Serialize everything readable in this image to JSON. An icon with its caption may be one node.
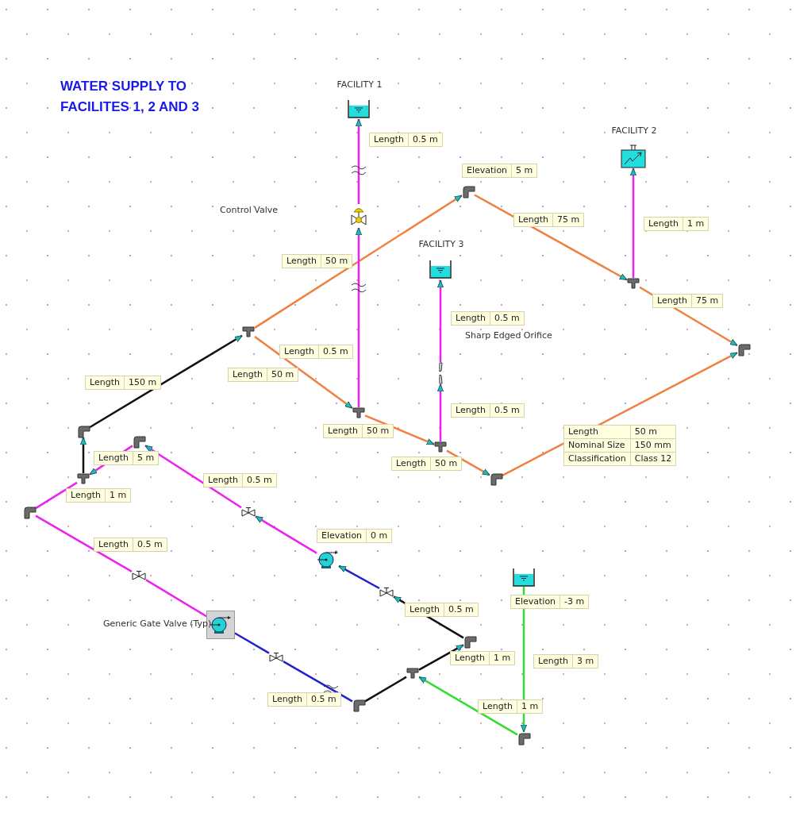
{
  "diagram": {
    "title": "WATER SUPPLY TO FACILITES 1, 2 AND 3",
    "nodes": [
      {
        "text": [
          "FACILITY 1"
        ]
      },
      {
        "text": [
          "FACILITY 2"
        ]
      },
      {
        "text": [],
        "shape": "elbow"
      },
      {
        "text": [],
        "shape": "valve"
      },
      {
        "text": [
          "FACILITY 3"
        ]
      },
      {
        "text": [],
        "shape": "tee"
      },
      {
        "text": [],
        "shape": "tee"
      },
      {
        "text": [],
        "shape": "elbow"
      },
      {
        "text": [],
        "shape": "orifice",
        "beside": [
          "Sharp Edged Orifice"
        ]
      },
      {
        "text": [],
        "shape": "tee"
      },
      {
        "text": [],
        "shape": "elbow"
      },
      {
        "text": [],
        "shape": "tee"
      },
      {
        "text": [],
        "shape": "elbow"
      },
      {
        "text": [],
        "shape": "tee"
      },
      {
        "text": [],
        "shape": "elbow"
      },
      {
        "text": [],
        "shape": "elbow"
      },
      {
        "text": [],
        "shape": "valve"
      },
      {
        "text": [],
        "shape": "pump"
      },
      {
        "text": [],
        "shape": "valve"
      },
      {
        "text": [],
        "shape": "valve"
      },
      {
        "text": [],
        "shape": "tank"
      },
      {
        "text": [],
        "shape": "pump"
      },
      {
        "text": [],
        "shape": "elbow"
      },
      {
        "text": [],
        "shape": "valve"
      },
      {
        "text": [],
        "shape": "tee"
      },
      {
        "text": [],
        "shape": "elbow"
      },
      {
        "text": [],
        "shape": "elbow"
      }
    ],
    "edges": [
      {
        "from": 20,
        "to": 26,
        "arrow": "to",
        "color": "#33dd33"
      },
      {
        "from": 26,
        "to": 24,
        "arrow": "to",
        "color": "#33dd33"
      },
      {
        "from": 24,
        "to": 22,
        "arrow": "to",
        "color": "#111111"
      },
      {
        "from": 22,
        "to": 19,
        "arrow": "to",
        "color": "#111111"
      },
      {
        "from": 19,
        "to": 17,
        "arrow": "to",
        "color": "#2222cc"
      },
      {
        "from": 17,
        "to": 16,
        "arrow": "to"
      },
      {
        "from": 16,
        "to": 12,
        "arrow": "to"
      },
      {
        "from": 12,
        "to": 13,
        "arrow": "to"
      },
      {
        "from": 13,
        "to": 10,
        "arrow": "to",
        "color": "#111111"
      },
      {
        "from": 10,
        "to": 6,
        "arrow": "to",
        "color": "#111111"
      },
      {
        "from": 6,
        "to": 2,
        "arrow": "to",
        "color": "#f08040"
      },
      {
        "from": 2,
        "to": 5,
        "arrow": "to",
        "color": "#f08040"
      },
      {
        "from": 5,
        "to": 1,
        "arrow": "to"
      },
      {
        "from": 5,
        "to": 7,
        "arrow": "to",
        "color": "#f08040"
      },
      {
        "from": 6,
        "to": 9,
        "arrow": "to",
        "color": "#f08040"
      },
      {
        "from": 9,
        "to": 3,
        "arrow": "to"
      },
      {
        "from": 3,
        "to": 0,
        "arrow": "to"
      },
      {
        "from": 9,
        "to": 11,
        "arrow": "to",
        "color": "#f08040"
      },
      {
        "from": 11,
        "to": 8,
        "arrow": "to"
      },
      {
        "from": 8,
        "to": 4,
        "arrow": "to"
      },
      {
        "from": 11,
        "to": 14,
        "arrow": "to",
        "color": "#f08040"
      },
      {
        "from": 14,
        "to": 7,
        "arrow": "to",
        "color": "#f08040"
      },
      {
        "from": 24,
        "to": 25,
        "arrow": "none",
        "color": "#111111"
      },
      {
        "from": 25,
        "to": 23,
        "arrow": "none",
        "color": "#2222cc"
      },
      {
        "from": 23,
        "to": 21,
        "arrow": "none",
        "color": "#2222cc"
      },
      {
        "from": 21,
        "to": 18,
        "arrow": "none"
      },
      {
        "from": 18,
        "to": 15,
        "arrow": "none"
      },
      {
        "from": 15,
        "to": 13,
        "arrow": "none"
      }
    ],
    "labels": [
      "Length",
      "0.5 m",
      "Elevation",
      "5 m",
      "Control Valve",
      "Length",
      "75 m",
      "Length",
      "1 m",
      "Length",
      "50 m",
      "Length",
      "75 m",
      "Length",
      "0.5 m",
      "Length",
      "0.5 m",
      "Length",
      "50 m",
      "Length",
      "150 m",
      "Length",
      "0.5 m",
      "Length",
      "50 m",
      "Length",
      "5 m",
      "Length",
      "50 m",
      "Nominal Size",
      "150 mm",
      "Classification",
      "Class 12",
      "Length",
      "50 m",
      "Length",
      "0.5 m",
      "Length",
      "1 m",
      "Elevation",
      "0 m",
      "Length",
      "0.5 m",
      "Elevation",
      "-3 m",
      "Length",
      "0.5 m",
      "Generic Gate Valve (Typ)",
      "Length",
      "1 m",
      "Length",
      "3 m",
      "Length",
      "0.5 m",
      "Length",
      "1 m"
    ]
  }
}
